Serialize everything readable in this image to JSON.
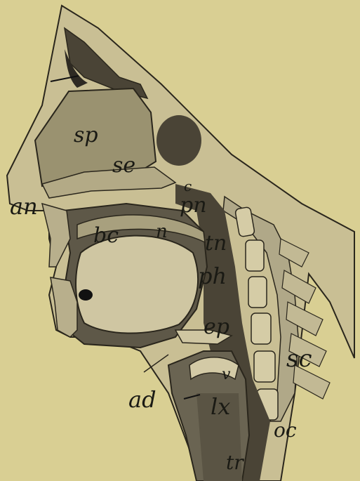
{
  "labels": {
    "sp": "sp",
    "se": "se",
    "c": "c",
    "pn": "pn",
    "an": "an",
    "bc": "bc",
    "n": "n",
    "tn": "tn",
    "ph": "ph",
    "ep": "ep",
    "v": "v",
    "ad": "ad",
    "lx": "lx",
    "sc": "sc",
    "oc": "oc",
    "tr": "tr"
  },
  "colors": {
    "background": "#d9cf93",
    "dark_tissue": "#4a4436",
    "mid_tissue": "#8a8266",
    "light_tissue": "#cfc6a2",
    "outline": "#2a261c"
  }
}
